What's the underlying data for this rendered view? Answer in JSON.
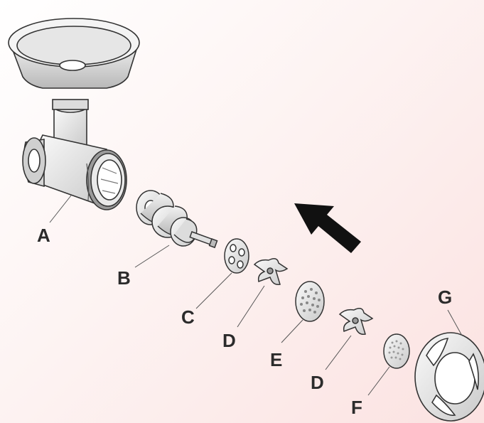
{
  "labels": {
    "housing": "A",
    "auger": "B",
    "cutting_plate_coarse": "C",
    "blade_first": "D",
    "cutting_plate_medium": "E",
    "blade_second": "D",
    "cutting_plate_fine": "F",
    "locking_ring": "G"
  },
  "icons": {
    "direction_arrow": "assembly-direction-arrow-icon"
  },
  "colors": {
    "background_light": "#ffffff",
    "background_pink": "#fbe2e1",
    "line": "#333333",
    "fill_metal": "#e9e9e9",
    "fill_shadow": "#bdbdbd",
    "arrow": "#111111"
  }
}
